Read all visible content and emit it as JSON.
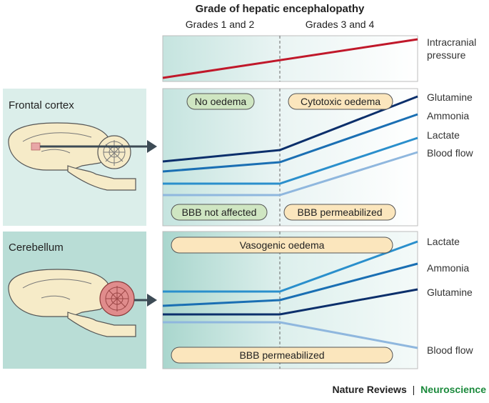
{
  "header": {
    "title": "Grade of hepatic encephalopathy",
    "left_grade": "Grades 1 and 2",
    "right_grade": "Grades 3 and 4"
  },
  "top_panel": {
    "line_labels": [
      {
        "text": "Intracranial",
        "color": "#c0182a"
      },
      {
        "text": "pressure",
        "color": "#c0182a"
      }
    ]
  },
  "frontal": {
    "region_label": "Frontal cortex",
    "pills": [
      "No oedema",
      "Cytotoxic oedema",
      "BBB not affected",
      "BBB permeabilized"
    ],
    "line_labels": [
      {
        "text": "Glutamine",
        "color": "#0b2f6b"
      },
      {
        "text": "Ammonia",
        "color": "#1a6fb3"
      },
      {
        "text": "Lactate",
        "color": "#2a8fcc"
      },
      {
        "text": "Blood flow",
        "color": "#8fb7de"
      }
    ]
  },
  "cerebellum": {
    "region_label": "Cerebellum",
    "pills": [
      "Vasogenic oedema",
      "BBB permeabilized"
    ],
    "line_labels": [
      {
        "text": "Lactate",
        "color": "#2a8fcc"
      },
      {
        "text": "Ammonia",
        "color": "#1a6fb3"
      },
      {
        "text": "Glutamine",
        "color": "#0b2f6b"
      },
      {
        "text": "Blood flow",
        "color": "#8fb7de"
      }
    ]
  },
  "footer": {
    "journal": "Nature Reviews",
    "separator": "|",
    "section": "Neuroscience",
    "section_color": "#1b8a3c"
  }
}
